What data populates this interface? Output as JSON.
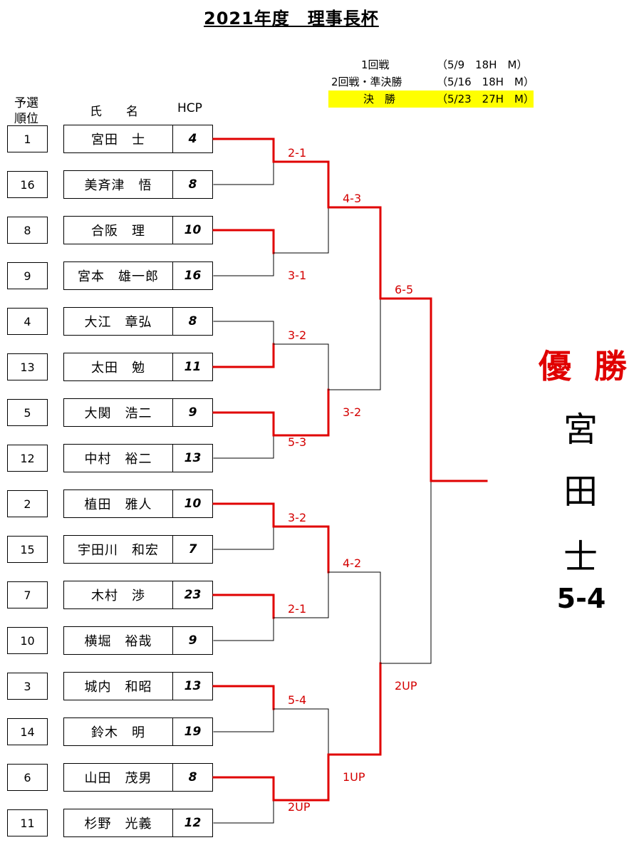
{
  "title": "2021年度　理事長杯",
  "schedule": [
    {
      "round": "1回戦",
      "info": "（5/9　18H　M）"
    },
    {
      "round": "2回戦・準決勝",
      "info": "（5/16　18H　M）"
    },
    {
      "round": "決　勝",
      "info": "（5/23　27H　M）"
    }
  ],
  "headers": {
    "seed_line1": "予選",
    "seed_line2": "順位",
    "name": "氏　　名",
    "hcp": "HCP"
  },
  "players": [
    {
      "seed": "1",
      "name": "宮田　士",
      "hcp": "4"
    },
    {
      "seed": "16",
      "name": "美斉津　悟",
      "hcp": "8"
    },
    {
      "seed": "8",
      "name": "合阪　理",
      "hcp": "10"
    },
    {
      "seed": "9",
      "name": "宮本　雄一郎",
      "hcp": "16"
    },
    {
      "seed": "4",
      "name": "大江　章弘",
      "hcp": "8"
    },
    {
      "seed": "13",
      "name": "太田　勉",
      "hcp": "11"
    },
    {
      "seed": "5",
      "name": "大関　浩二",
      "hcp": "9"
    },
    {
      "seed": "12",
      "name": "中村　裕二",
      "hcp": "13"
    },
    {
      "seed": "2",
      "name": "植田　雅人",
      "hcp": "10"
    },
    {
      "seed": "15",
      "name": "宇田川　和宏",
      "hcp": "7"
    },
    {
      "seed": "7",
      "name": "木村　渉",
      "hcp": "23"
    },
    {
      "seed": "10",
      "name": "横堀　裕哉",
      "hcp": "9"
    },
    {
      "seed": "3",
      "name": "城内　和昭",
      "hcp": "13"
    },
    {
      "seed": "14",
      "name": "鈴木　明",
      "hcp": "19"
    },
    {
      "seed": "6",
      "name": "山田　茂男",
      "hcp": "8"
    },
    {
      "seed": "11",
      "name": "杉野　光義",
      "hcp": "12"
    }
  ],
  "results": {
    "round1": [
      "2-1",
      "3-1",
      "3-2",
      "5-3",
      "3-2",
      "2-1",
      "5-4",
      "2UP"
    ],
    "round2": [
      "4-3",
      "3-2",
      "4-2",
      "1UP"
    ],
    "semifinal": [
      "6-5",
      "2UP"
    ]
  },
  "winners": {
    "round1": [
      0,
      0,
      1,
      0,
      0,
      0,
      0,
      0
    ],
    "round2": [
      0,
      1,
      0,
      1
    ],
    "semifinal": [
      0,
      1
    ],
    "final": 0
  },
  "champion": {
    "label": "優 勝",
    "chars": [
      "宮",
      "田",
      "士"
    ],
    "score": "5-4"
  },
  "colors": {
    "win_line": "#e00000",
    "lose_line": "#000000",
    "score_text": "#d40000",
    "highlight": "#ffff00"
  }
}
